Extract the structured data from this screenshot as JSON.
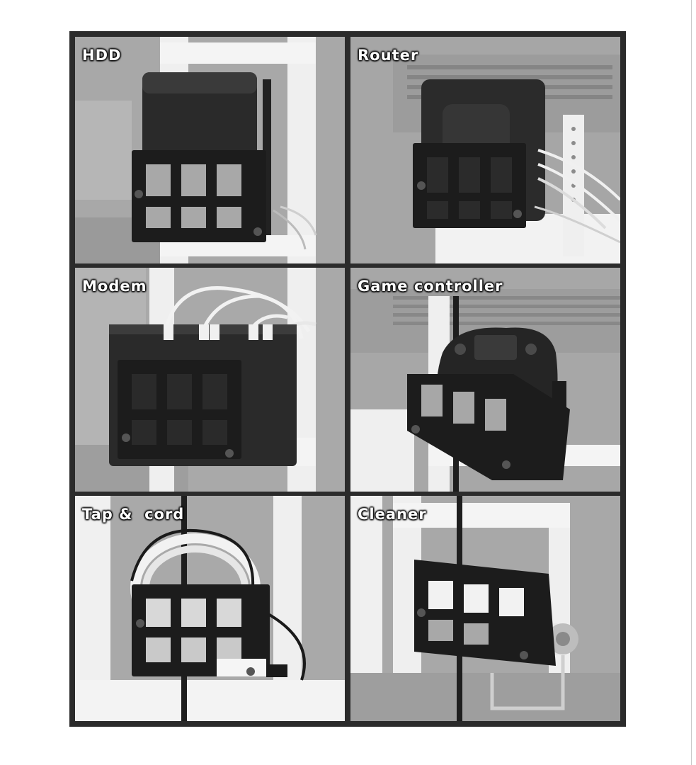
{
  "panels": [
    {
      "label": "HDD"
    },
    {
      "label": "Router"
    },
    {
      "label": "Modem"
    },
    {
      "label": "Game controller"
    },
    {
      "label": "Tap &  cord"
    },
    {
      "label": "Cleaner"
    }
  ],
  "colors": {
    "frame": "#2b2b2b",
    "wall": "#a9a9a9",
    "stand": "#f2f2f2",
    "bracket": "#1f1f1f",
    "device": "#262626",
    "cable": "#eeeeee"
  }
}
